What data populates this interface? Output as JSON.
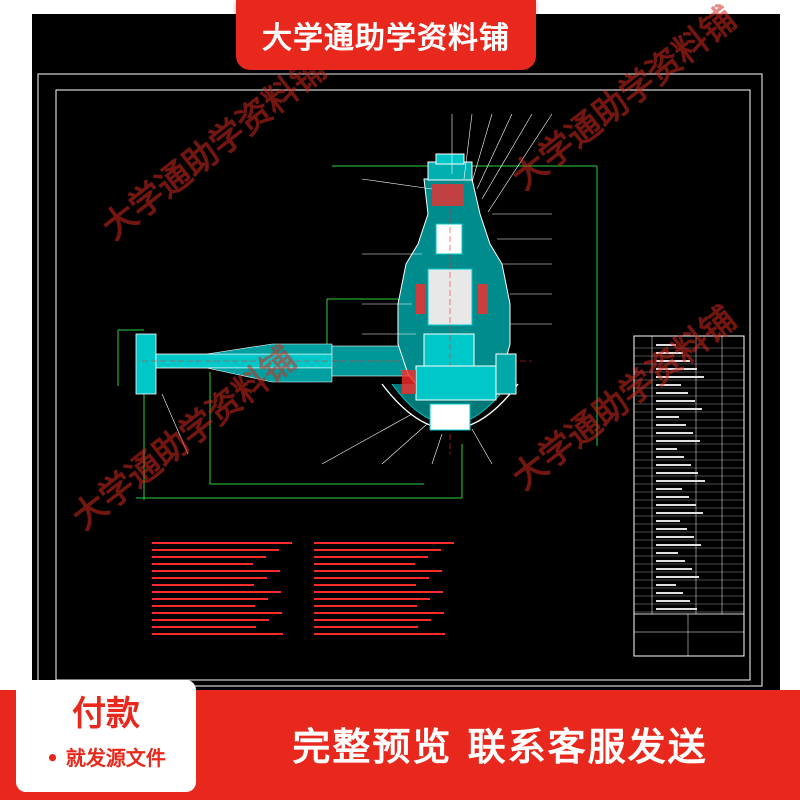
{
  "banner": {
    "title": "大学通助学资料铺"
  },
  "watermark": {
    "text": "大学通助学资料铺"
  },
  "footer": {
    "pay_title": "付款",
    "pay_subtitle": "• 就发源文件",
    "preview_text": "完整预览  联系客服发送"
  },
  "colors": {
    "accent": "#e8281c",
    "drawing_bg": "#000000",
    "cad_white": "#ffffff",
    "cad_cyan": "#00c8c8",
    "cad_red": "#ff2a2a",
    "cad_green": "#2ad03a",
    "cad_yellow": "#e8e000",
    "cad_magenta": "#ff3cff"
  }
}
